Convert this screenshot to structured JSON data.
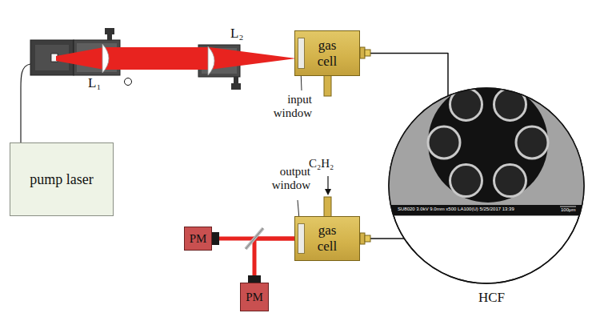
{
  "diagram": {
    "nodes": [
      {
        "text": [
          "pump laser"
        ]
      },
      {
        "text": [
          "gas cell"
        ]
      },
      {
        "text": [
          "gas cell"
        ]
      },
      {
        "text": [
          "PM"
        ]
      },
      {
        "text": [
          "PM"
        ]
      }
    ],
    "edges": [
      {
        "from": 1,
        "to": 2,
        "arrow": "none"
      },
      {
        "from": 2,
        "to": 3,
        "arrow": "none"
      },
      {
        "from": 2,
        "to": 4,
        "arrow": "none"
      }
    ],
    "labels": [
      "L₁",
      "L₂",
      "input window",
      "C₂H₂",
      "output window",
      "HCF",
      "SU8020 3.0kV 9.0mm x500 LA100(U) 5/25/2017 13:39",
      "100μm"
    ]
  }
}
